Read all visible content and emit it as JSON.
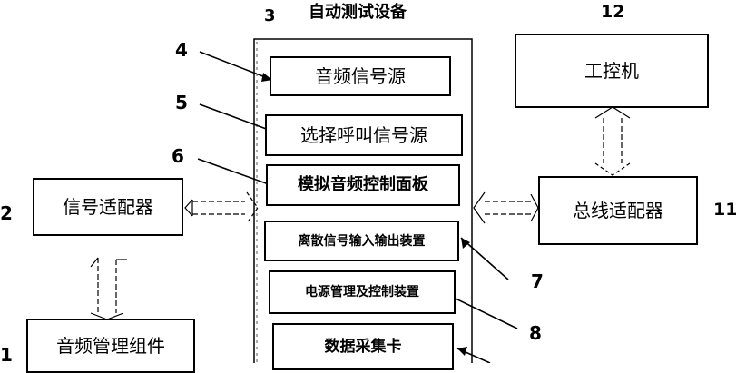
{
  "device": {
    "title": "自动测试设备",
    "number": "3",
    "modules": [
      {
        "label": "音频信号源",
        "number": "4"
      },
      {
        "label": "选择呼叫信号源",
        "number": "5"
      },
      {
        "label": "模拟音频控制面板",
        "number": "6"
      },
      {
        "label": "离散信号输入输出装置",
        "number": "7"
      },
      {
        "label": "电源管理及控制装置",
        "number": "8"
      },
      {
        "label": "数据采集卡",
        "number": ""
      }
    ]
  },
  "ipc": {
    "label": "工控机",
    "number": "12"
  },
  "bus_adapter": {
    "label": "总线适配器",
    "number": "11"
  },
  "signal_adapter": {
    "label": "信号适配器",
    "number": "2"
  },
  "audio_mgmt": {
    "label": "音频管理组件",
    "number": "1"
  }
}
